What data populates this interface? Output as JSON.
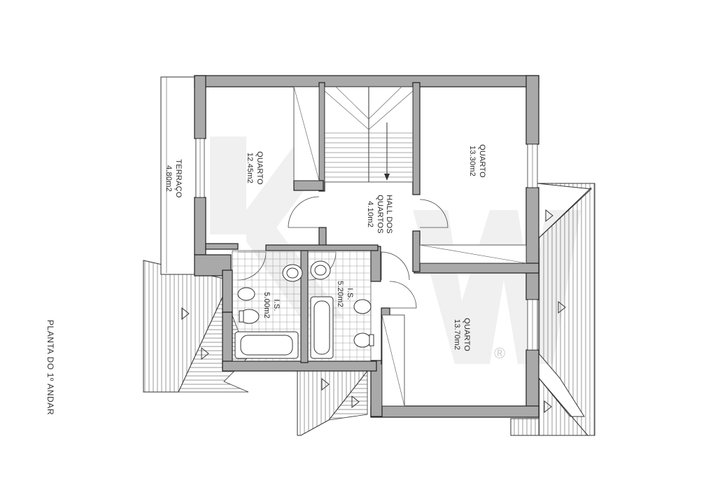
{
  "drawing_title": "PLANTA DO 1º ANDAR",
  "watermark": {
    "letters": "KW",
    "registered_symbol": "®"
  },
  "rooms": {
    "terraco": {
      "name": "TERRAÇO",
      "area": "4.80m2"
    },
    "quarto_1": {
      "name": "QUARTO",
      "area": "12.45m2"
    },
    "hall": {
      "name_line1": "HALL DOS",
      "name_line2": "QUARTOS",
      "area": "4.10m2"
    },
    "quarto_2": {
      "name": "QUARTO",
      "area": "13.30m2"
    },
    "is_1": {
      "name": "I.S.",
      "area": "5.00m2"
    },
    "is_2": {
      "name": "I.S.",
      "area": "5.20m2"
    },
    "quarto_3": {
      "name": "QUARTO",
      "area": "13.70m2"
    }
  }
}
